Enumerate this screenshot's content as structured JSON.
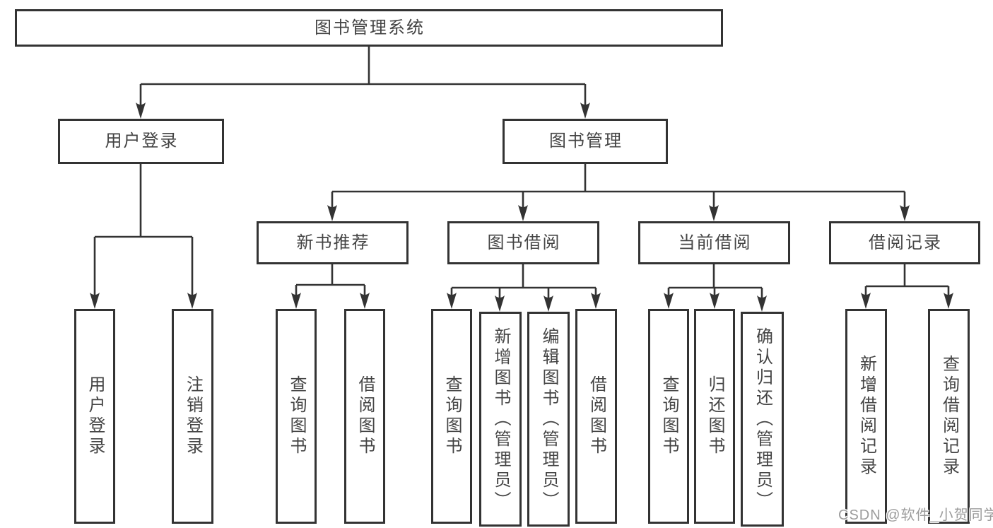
{
  "diagram": {
    "root": {
      "label": "图书管理系统"
    },
    "branches": [
      {
        "label": "用户登录",
        "children": [
          {
            "label": "用户登录"
          },
          {
            "label": "注销登录"
          }
        ]
      },
      {
        "label": "图书管理",
        "children": [
          {
            "label": "新书推荐",
            "children": [
              {
                "label": "查询图书"
              },
              {
                "label": "借阅图书"
              }
            ]
          },
          {
            "label": "图书借阅",
            "children": [
              {
                "label": "查询图书"
              },
              {
                "label": "新增图书（管理员）"
              },
              {
                "label": "编辑图书（管理员）"
              },
              {
                "label": "借阅图书"
              }
            ]
          },
          {
            "label": "当前借阅",
            "children": [
              {
                "label": "查询图书"
              },
              {
                "label": "归还图书"
              },
              {
                "label": "确认归还（管理员）"
              }
            ]
          },
          {
            "label": "借阅记录",
            "children": [
              {
                "label": "新增借阅记录"
              },
              {
                "label": "查询借阅记录"
              }
            ]
          }
        ]
      }
    ]
  },
  "watermark": {
    "text": "CSDN @软件_小贺同学"
  },
  "colors": {
    "line": "#333333",
    "text": "#444444",
    "background": "#ffffff",
    "watermark": "#9c9c9c"
  }
}
